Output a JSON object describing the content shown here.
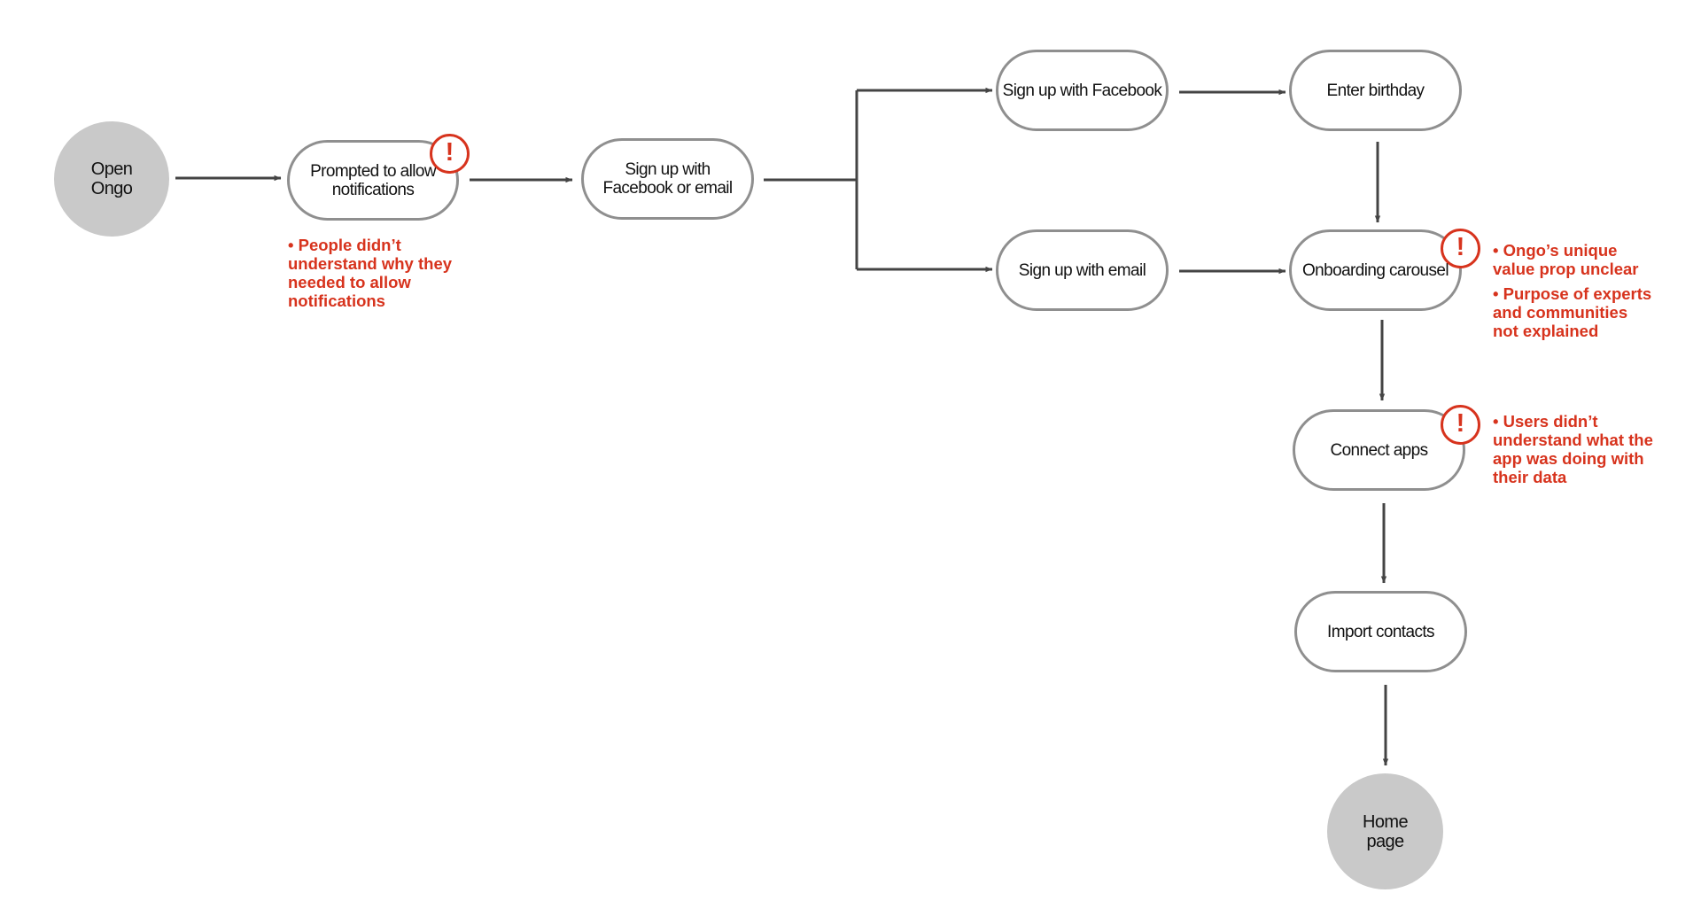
{
  "colors": {
    "node_border": "#8f8f8f",
    "terminal_fill": "#c9c9c9",
    "connector": "#444444",
    "issue": "#d7331d"
  },
  "nodes": {
    "open_ongo": "Open\nOngo",
    "prompted_notifications": "Prompted to allow\nnotifications",
    "sign_up_fb_or_email": "Sign up with\nFacebook or email",
    "sign_up_facebook": "Sign up with Facebook",
    "sign_up_email": "Sign up with email",
    "enter_birthday": "Enter birthday",
    "onboarding_carousel": "Onboarding carousel",
    "connect_apps": "Connect apps",
    "import_contacts": "Import contacts",
    "home_page": "Home\npage"
  },
  "issue_marker": "!",
  "issues": {
    "notifications": [
      "People didn’t understand why they needed to allow notifications"
    ],
    "onboarding": [
      "Ongo’s unique value prop unclear",
      "Purpose of experts and communities not explained"
    ],
    "connect_apps": [
      "Users didn’t understand what the app was doing with their data"
    ]
  }
}
